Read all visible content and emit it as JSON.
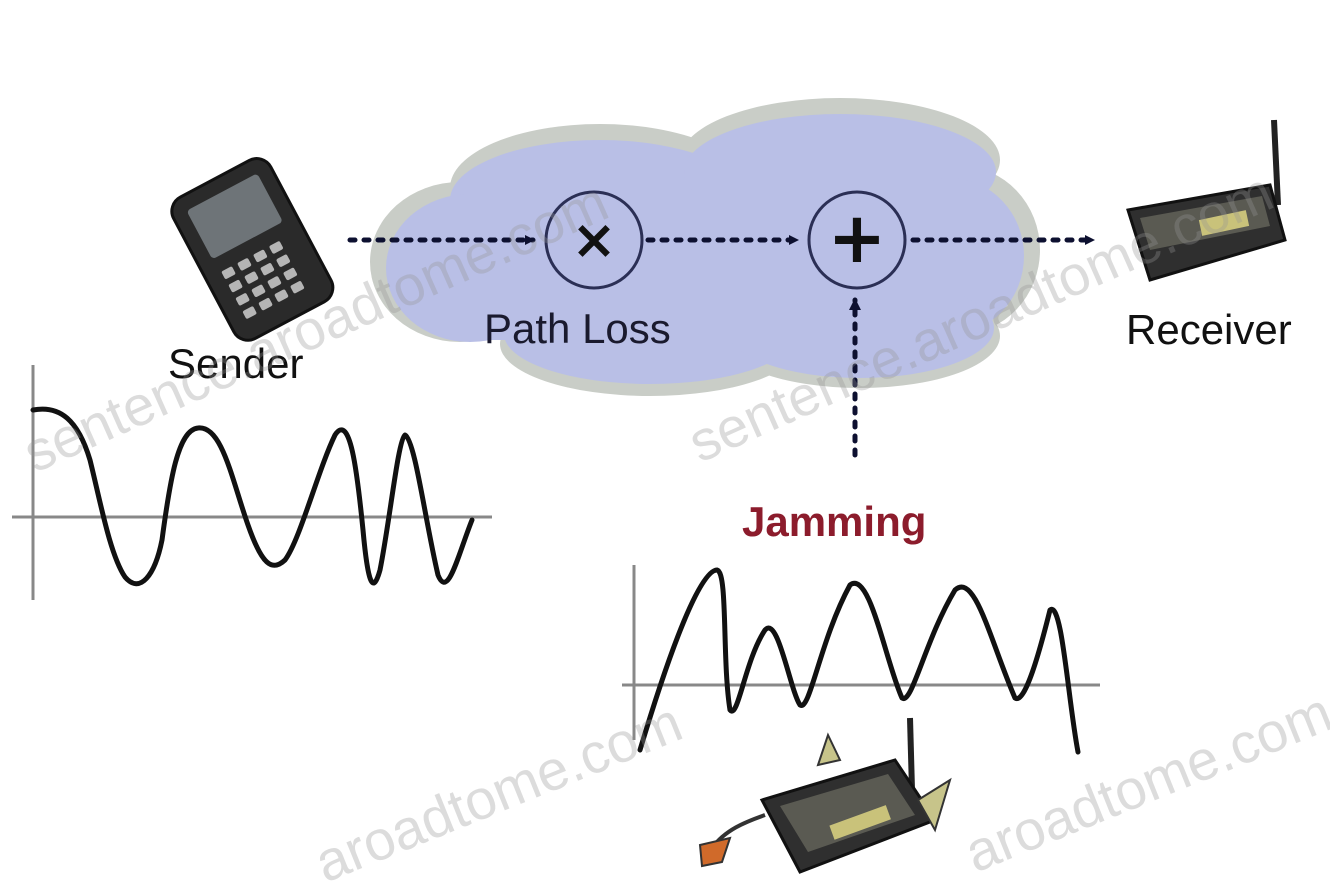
{
  "labels": {
    "sender": "Sender",
    "path_loss": "Path Loss",
    "receiver": "Receiver",
    "jamming": "Jamming"
  },
  "operators": {
    "multiply": "×",
    "add": "+"
  },
  "watermarks": [
    "sentence.aroadtome.com",
    "sentence.aroadtome.com",
    "aroadtome.com",
    "aroadtome.com"
  ],
  "icons": {
    "sender": "mobile-phone-icon",
    "receiver": "radio-receiver-icon",
    "jammer": "jammer-device-icon"
  },
  "colors": {
    "cloud": "#b9bfe6",
    "cloud_edge": "#c9cdc7",
    "jamming_text": "#8c1c2c",
    "arrow": "#0d1030"
  }
}
